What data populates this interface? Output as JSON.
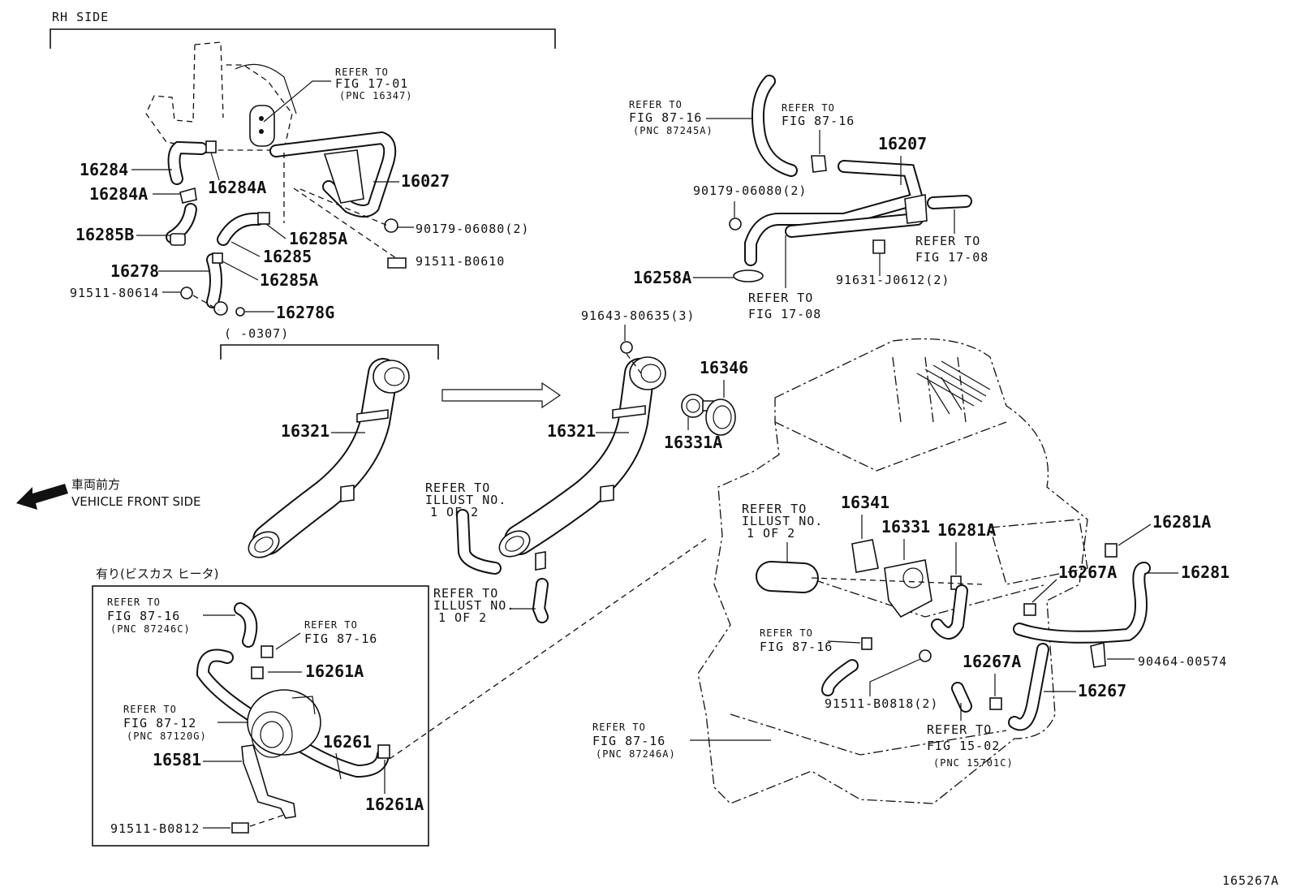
{
  "side_label": "RH SIDE",
  "vehicle_front": {
    "jp": "車両前方",
    "en": "VEHICLE FRONT SIDE"
  },
  "option_label": "有り(ビスカス ヒータ)",
  "period_label": "(      -0307)",
  "figure_id": "165267A",
  "parts": {
    "p16284": "16284",
    "p16284A_left": "16284A",
    "p16284A_mid": "16284A",
    "p16285B": "16285B",
    "p16027": "16027",
    "p90179_06080_2_left": "90179-06080(2)",
    "p16285A_upper": "16285A",
    "p16285": "16285",
    "p91511_B0610": "91511-B0610",
    "p16278": "16278",
    "p16285A_lower": "16285A",
    "p91511_80614": "91511-80614",
    "p16278G": "16278G",
    "p16321_left": "16321",
    "p16321_right": "16321",
    "p91643_80635_3": "91643-80635(3)",
    "p16346": "16346",
    "p16331A": "16331A",
    "p16207": "16207",
    "p90179_06080_2_right": "90179-06080(2)",
    "p16258A": "16258A",
    "p91631_J0612_2": "91631-J0612(2)",
    "p16341": "16341",
    "p16331": "16331",
    "p16281A_mid": "16281A",
    "p16281A_right": "16281A",
    "p16267A_upper": "16267A",
    "p16281": "16281",
    "p90464_00574": "90464-00574",
    "p16267A_lower": "16267A",
    "p16267": "16267",
    "p91511_B0818_2": "91511-B0818(2)",
    "p16261A_upper": "16261A",
    "p16261": "16261",
    "p16261A_lower": "16261A",
    "p16581": "16581",
    "p91511_B0812": "91511-B0812"
  },
  "refs": {
    "r17_01": [
      "REFER TO",
      "FIG 17-01",
      "(PNC 16347)"
    ],
    "r87_16_a": [
      "REFER TO",
      "FIG 87-16",
      "(PNC 87245A)"
    ],
    "r87_16_b": [
      "REFER TO",
      "FIG 87-16"
    ],
    "r17_08_a": [
      "REFER TO",
      "FIG 17-08"
    ],
    "r17_08_b": [
      "REFER TO",
      "FIG 17-08"
    ],
    "ill_a": [
      "REFER TO",
      "ILLUST NO.",
      "1 OF 2"
    ],
    "ill_b": [
      "REFER TO",
      "ILLUST NO.",
      "1 OF 2"
    ],
    "ill_c": [
      "REFER TO",
      "ILLUST NO.",
      "1 OF 2"
    ],
    "r87_16_c": [
      "REFER TO",
      "FIG 87-16"
    ],
    "r87_16_d": [
      "REFER TO",
      "FIG 87-16",
      "(PNC 87246A)"
    ],
    "r15_02": [
      "REFER TO",
      "FIG 15-02",
      "(PNC 15701C)"
    ],
    "r87_16_e": [
      "REFER TO",
      "FIG 87-16",
      "(PNC 87246C)"
    ],
    "r87_16_f": [
      "REFER TO",
      "FIG 87-16"
    ],
    "r87_12": [
      "REFER TO",
      "FIG 87-12",
      "(PNC 87120G)"
    ]
  }
}
